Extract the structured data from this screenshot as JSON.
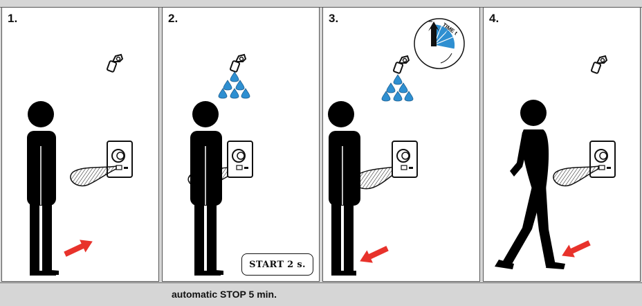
{
  "steps": [
    {
      "number": "1."
    },
    {
      "number": "2.",
      "badge": "START 2 s."
    },
    {
      "number": "3.",
      "timer_label": "TIME t"
    },
    {
      "number": "4."
    }
  ],
  "footer": {
    "label": "automatic STOP 5 min."
  },
  "colors": {
    "arrow": "#e8322b",
    "water": "#2e8fd1",
    "figure": "#000000",
    "background": "#d6d6d6"
  }
}
